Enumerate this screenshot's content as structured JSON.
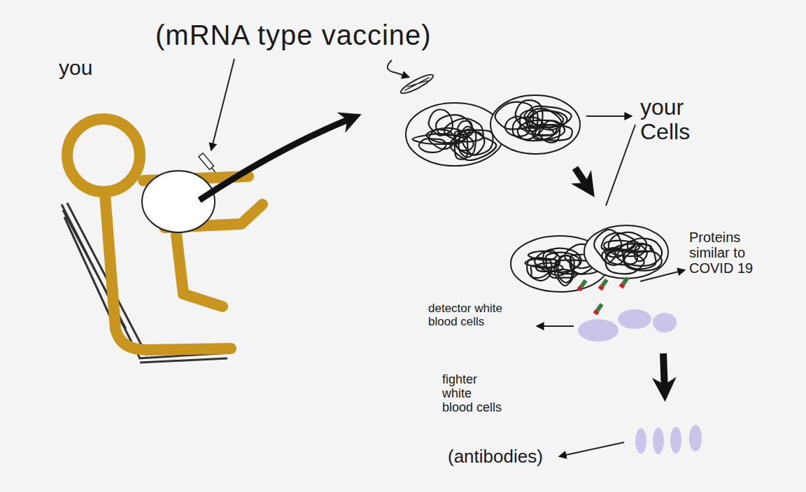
{
  "diagram": {
    "labels": [
      "you",
      "(mRNA type vaccine)",
      "your Cells",
      "Proteins similar to COVID 19",
      "detector white blood cells",
      "fighter white blood cells",
      "(antibodies)"
    ]
  }
}
